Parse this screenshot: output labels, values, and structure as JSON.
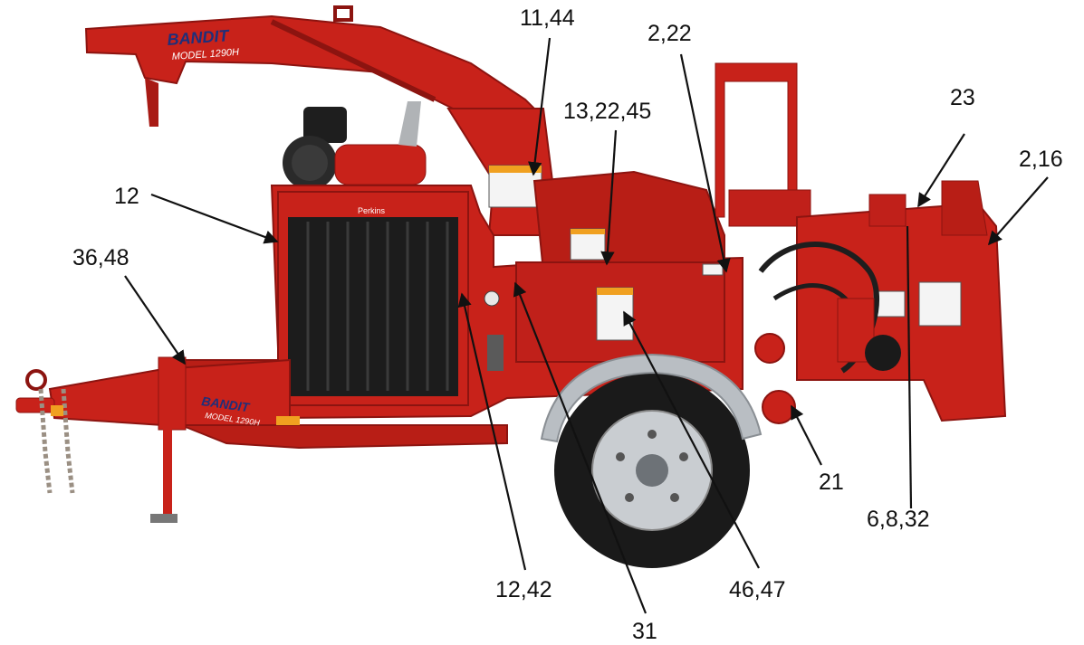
{
  "figure": {
    "type": "labeled component diagram",
    "colors": {
      "machine_body": "#c8221a",
      "machine_dark": "#8c1410",
      "radiator": "#1c1c1c",
      "tire": "#1a1a1a",
      "wheel_rim": "#c9cdd1",
      "fender": "#b9bec3",
      "label_line": "#111111",
      "decal_white": "#f4f4f4",
      "warning_orange": "#f0a020"
    },
    "decals": {
      "boom_logo_top": "BANDIT",
      "boom_logo_bottom": "MODEL 1290H",
      "tongue_logo_top": "BANDIT",
      "tongue_logo_bottom": "MODEL 1290H",
      "engine_badge": "Perkins"
    }
  },
  "callouts": [
    {
      "id": "c1",
      "text": "11,44"
    },
    {
      "id": "c2",
      "text": "2,22"
    },
    {
      "id": "c3",
      "text": "13,22,45"
    },
    {
      "id": "c4",
      "text": "23"
    },
    {
      "id": "c5",
      "text": "2,16"
    },
    {
      "id": "c6",
      "text": "12"
    },
    {
      "id": "c7",
      "text": "36,48"
    },
    {
      "id": "c8",
      "text": "21"
    },
    {
      "id": "c9",
      "text": "6,8,32"
    },
    {
      "id": "c10",
      "text": "12,42"
    },
    {
      "id": "c11",
      "text": "46,47"
    },
    {
      "id": "c12",
      "text": "31"
    }
  ]
}
